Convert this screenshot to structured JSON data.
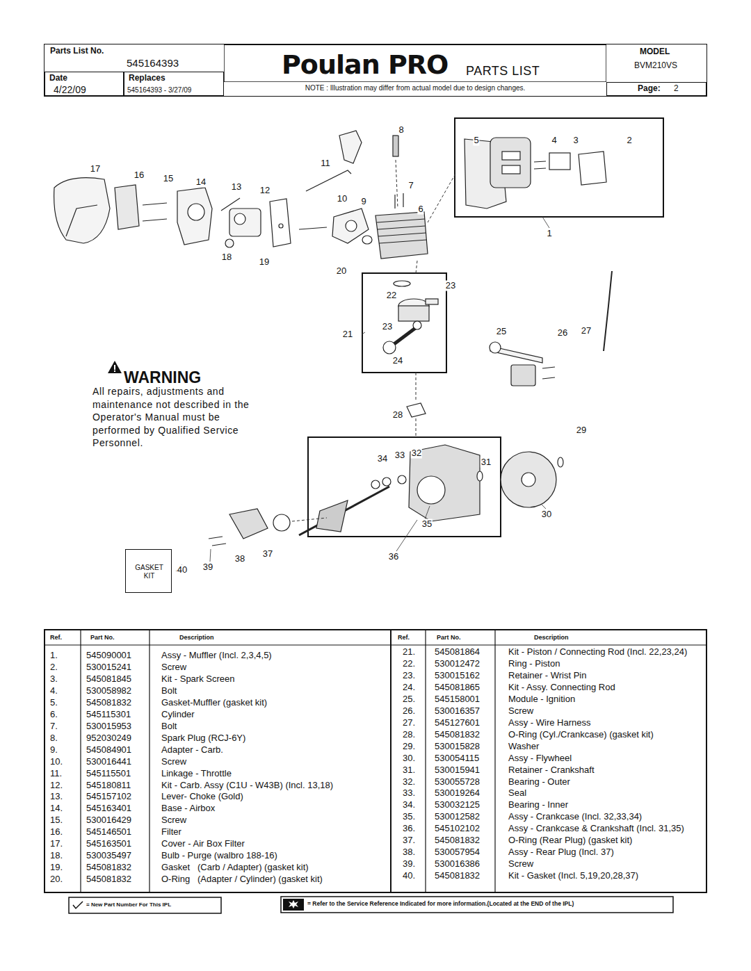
{
  "diagram": {
    "title": "PARTS LIST",
    "nodes": [
      {
        "text": [
          "Parts List No.",
          "545164393"
        ]
      },
      {
        "text": [
          "Date",
          "4/22/09"
        ]
      },
      {
        "text": [
          "Replaces",
          "545164393 - 3/27/09"
        ]
      },
      {
        "text": [
          "MODEL",
          "BVM210VS"
        ]
      },
      {
        "text": [
          "Page:",
          "2"
        ]
      },
      {
        "text": [
          "NOTE : Illustration may differ from actual model due to design changes."
        ]
      },
      {
        "text": [
          "GASKET KIT"
        ]
      }
    ],
    "labels": [
      "Poulan PRO",
      "WARNING",
      "All repairs, adjustments and maintenance not described in the Operator's Manual must be performed by Qualified Service Personnel.",
      "8",
      "5",
      "4",
      "3",
      "2",
      "11",
      "17",
      "16",
      "15",
      "14",
      "13",
      "12",
      "7",
      "10",
      "9",
      "6",
      "1",
      "18",
      "19",
      "20",
      "23",
      "22",
      "21",
      "23",
      "25",
      "26",
      "27",
      "24",
      "28",
      "29",
      "34",
      "33",
      "32",
      "31",
      "30",
      "35",
      "37",
      "38",
      "36",
      "40",
      "39",
      "Ref.",
      "Part No.",
      "Description",
      "Ref.",
      "Part No.",
      "Description",
      "1.",
      "545090001",
      "Assy - Muffler (Incl. 2,3,4,5)",
      "2.",
      "530015241",
      "Screw",
      "3.",
      "545081845",
      "Kit - Spark Screen",
      "4.",
      "530058982",
      "Bolt",
      "5.",
      "545081832",
      "Gasket-Muffler (gasket kit)",
      "6.",
      "545115301",
      "Cylinder",
      "7.",
      "530015953",
      "Bolt",
      "8.",
      "952030249",
      "Spark Plug (RCJ-6Y)",
      "9.",
      "545084901",
      "Adapter - Carb.",
      "10.",
      "530016441",
      "Screw",
      "11.",
      "545115501",
      "Linkage - Throttle",
      "12.",
      "545180811",
      "Kit - Carb. Assy (C1U - W43B) (Incl. 13,18)",
      "13.",
      "545157102",
      "Lever- Choke (Gold)",
      "14.",
      "545163401",
      "Base - Airbox",
      "15.",
      "530016429",
      "Screw",
      "16.",
      "545146501",
      "Filter",
      "17.",
      "545163501",
      "Cover - Air Box Filter",
      "18.",
      "530035497",
      "Bulb - Purge (walbro 188-16)",
      "19.",
      "545081832",
      "Gasket   (Carb / Adapter) (gasket kit)",
      "20.",
      "545081832",
      "O-Ring   (Adapter / Cylinder) (gasket kit)",
      "21.",
      "545081864",
      "Kit - Piston / Connecting Rod (Incl. 22,23,24)",
      "22.",
      "530012472",
      "Ring - Piston",
      "23.",
      "530015162",
      "Retainer - Wrist Pin",
      "24.",
      "545081865",
      "Kit - Assy. Connecting Rod",
      "25.",
      "545158001",
      "Module - Ignition",
      "26.",
      "530016357",
      "Screw",
      "27.",
      "545127601",
      "Assy - Wire Harness",
      "28.",
      "545081832",
      "O-Ring (Cyl./Crankcase) (gasket kit)",
      "29.",
      "530015828",
      "Washer",
      "30.",
      "530054115",
      "Assy - Flywheel",
      "31.",
      "530015941",
      "Retainer - Crankshaft",
      "32.",
      "530055728",
      "Bearing - Outer",
      "33.",
      "530019264",
      "Seal",
      "34.",
      "530032125",
      "Bearing - Inner",
      "35.",
      "530012582",
      "Assy - Crankcase (Incl. 32,33,34)",
      "36.",
      "545102102",
      "Assy - Crankcase & Crankshaft (Incl. 31,35)",
      "37.",
      "545081832",
      "O-Ring (Rear Plug) (gasket kit)",
      "38.",
      "530057954",
      "Assy - Rear Plug (Incl. 37)",
      "39.",
      "530016386",
      "Screw",
      "40.",
      "545081832",
      "Kit - Gasket (Incl. 5,19,20,28,37)"
    ],
    "legend": [
      {
        "text": "= New Part Number For This IPL"
      },
      {
        "text": "= Refer to the Service Reference Indicated for more information.(Located at the END of the IPL)"
      }
    ]
  }
}
